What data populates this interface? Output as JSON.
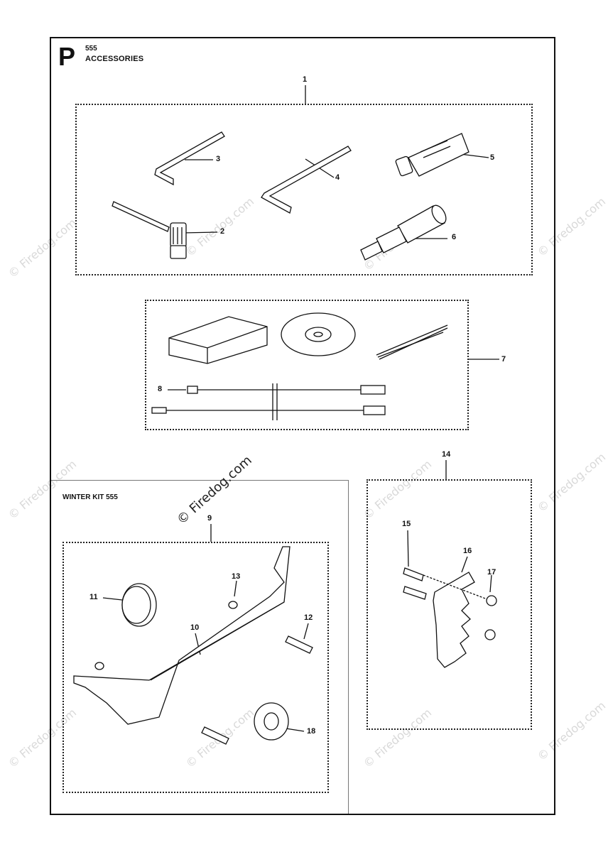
{
  "header": {
    "letter": "P",
    "model": "555",
    "title": "ACCESSORIES"
  },
  "section_label": "WINTER KIT 555",
  "watermark": "© Firedog.com",
  "callouts": [
    "1",
    "2",
    "3",
    "4",
    "5",
    "6",
    "7",
    "8",
    "9",
    "10",
    "11",
    "12",
    "13",
    "14",
    "15",
    "16",
    "17",
    "18"
  ],
  "colors": {
    "line": "#111111",
    "watermark": "#d9d9d9"
  }
}
